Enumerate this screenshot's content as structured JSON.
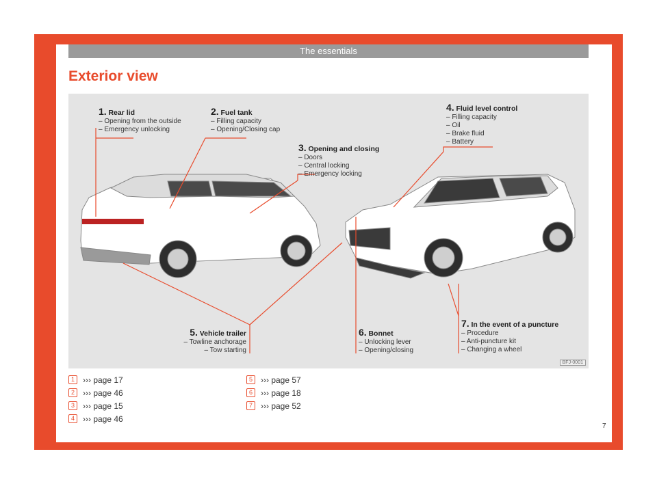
{
  "header": {
    "section_title": "The essentials"
  },
  "title": "Exterior view",
  "figure": {
    "code": "BFJ-0001",
    "callouts": [
      {
        "num": "1.",
        "heading": "Rear lid",
        "items": [
          "– Opening from the outside",
          "– Emergency unlocking"
        ]
      },
      {
        "num": "2.",
        "heading": "Fuel tank",
        "items": [
          "– Filling capacity",
          "– Opening/Closing cap"
        ]
      },
      {
        "num": "3.",
        "heading": "Opening and closing",
        "items": [
          "– Doors",
          "– Central locking",
          "– Emergency locking"
        ]
      },
      {
        "num": "4.",
        "heading": "Fluid level control",
        "items": [
          "– Filling capacity",
          "– Oil",
          "– Brake fluid",
          "– Battery"
        ]
      },
      {
        "num": "5.",
        "heading": "Vehicle trailer",
        "items": [
          "– Towline anchorage",
          "– Tow starting"
        ]
      },
      {
        "num": "6.",
        "heading": "Bonnet",
        "items": [
          "– Unlocking lever",
          "– Opening/closing"
        ]
      },
      {
        "num": "7.",
        "heading": "In the event of a puncture",
        "items": [
          "– Procedure",
          "– Anti-puncture kit",
          "– Changing a wheel"
        ]
      }
    ]
  },
  "refs_left": [
    {
      "badge": "1",
      "text": "››› page 17"
    },
    {
      "badge": "2",
      "text": "››› page 46"
    },
    {
      "badge": "3",
      "text": "››› page 15"
    },
    {
      "badge": "4",
      "text": "››› page 46"
    }
  ],
  "refs_right": [
    {
      "badge": "5",
      "text": "››› page 57"
    },
    {
      "badge": "6",
      "text": "››› page 18"
    },
    {
      "badge": "7",
      "text": "››› page 52"
    }
  ],
  "page_number": "7",
  "colors": {
    "accent": "#e84b2c",
    "header_bar": "#9a9a9a",
    "figure_bg": "#e4e4e4"
  }
}
